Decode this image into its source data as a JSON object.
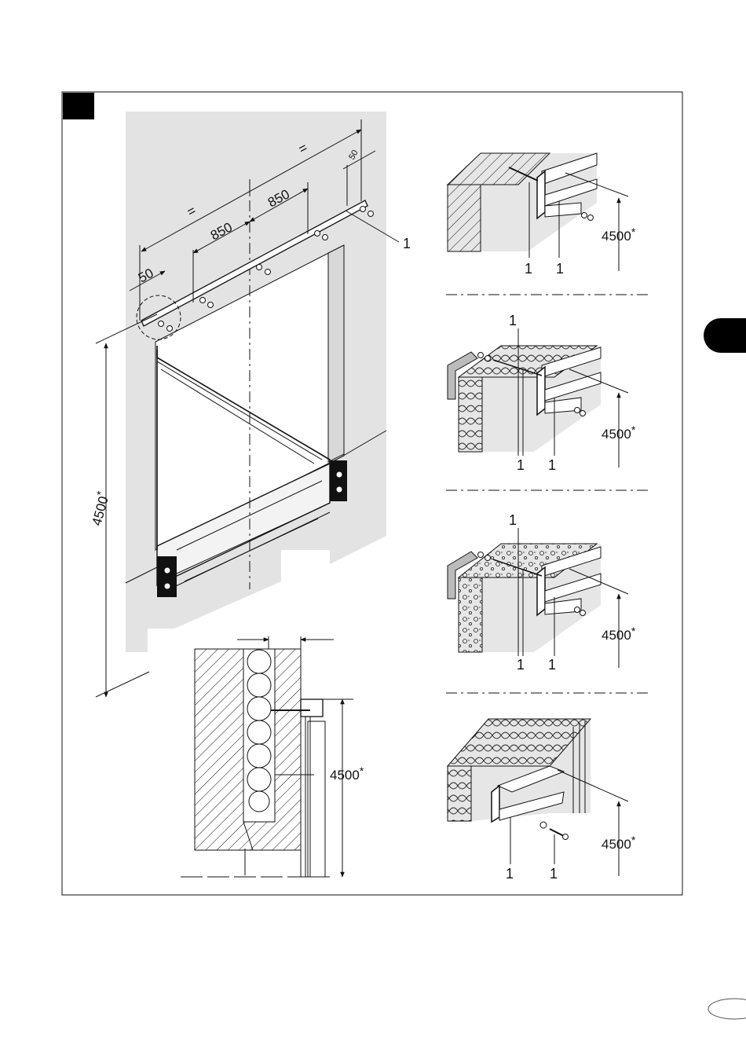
{
  "figure_number": "",
  "main_view": {
    "dim_equal_left": "=",
    "dim_equal_right": "=",
    "dim_850_left": "850",
    "dim_850_right": "850",
    "dim_50_left": "50",
    "dim_50_right": "50",
    "callout_1": "1",
    "height_dim": "4500",
    "height_mark": "*"
  },
  "section_view": {
    "height_dim": "4500",
    "height_mark": "*"
  },
  "details": [
    {
      "wall": "masonry",
      "callouts_bottom": [
        "1",
        "1"
      ],
      "callout_top": "",
      "height_dim": "4500",
      "mark": "*"
    },
    {
      "wall": "insulated",
      "callouts_bottom": [
        "1",
        "1"
      ],
      "callout_top": "1",
      "height_dim": "4500",
      "mark": "*"
    },
    {
      "wall": "concrete",
      "callouts_bottom": [
        "1",
        "1"
      ],
      "callout_top": "1",
      "height_dim": "4500",
      "mark": "*"
    },
    {
      "wall": "steel-frame",
      "callouts_bottom": [
        "1",
        "1"
      ],
      "callout_top": "",
      "height_dim": "4500",
      "mark": "*"
    }
  ],
  "colors": {
    "wall": "#e3e3e3",
    "ink": "#111111",
    "tab": "#000000"
  }
}
